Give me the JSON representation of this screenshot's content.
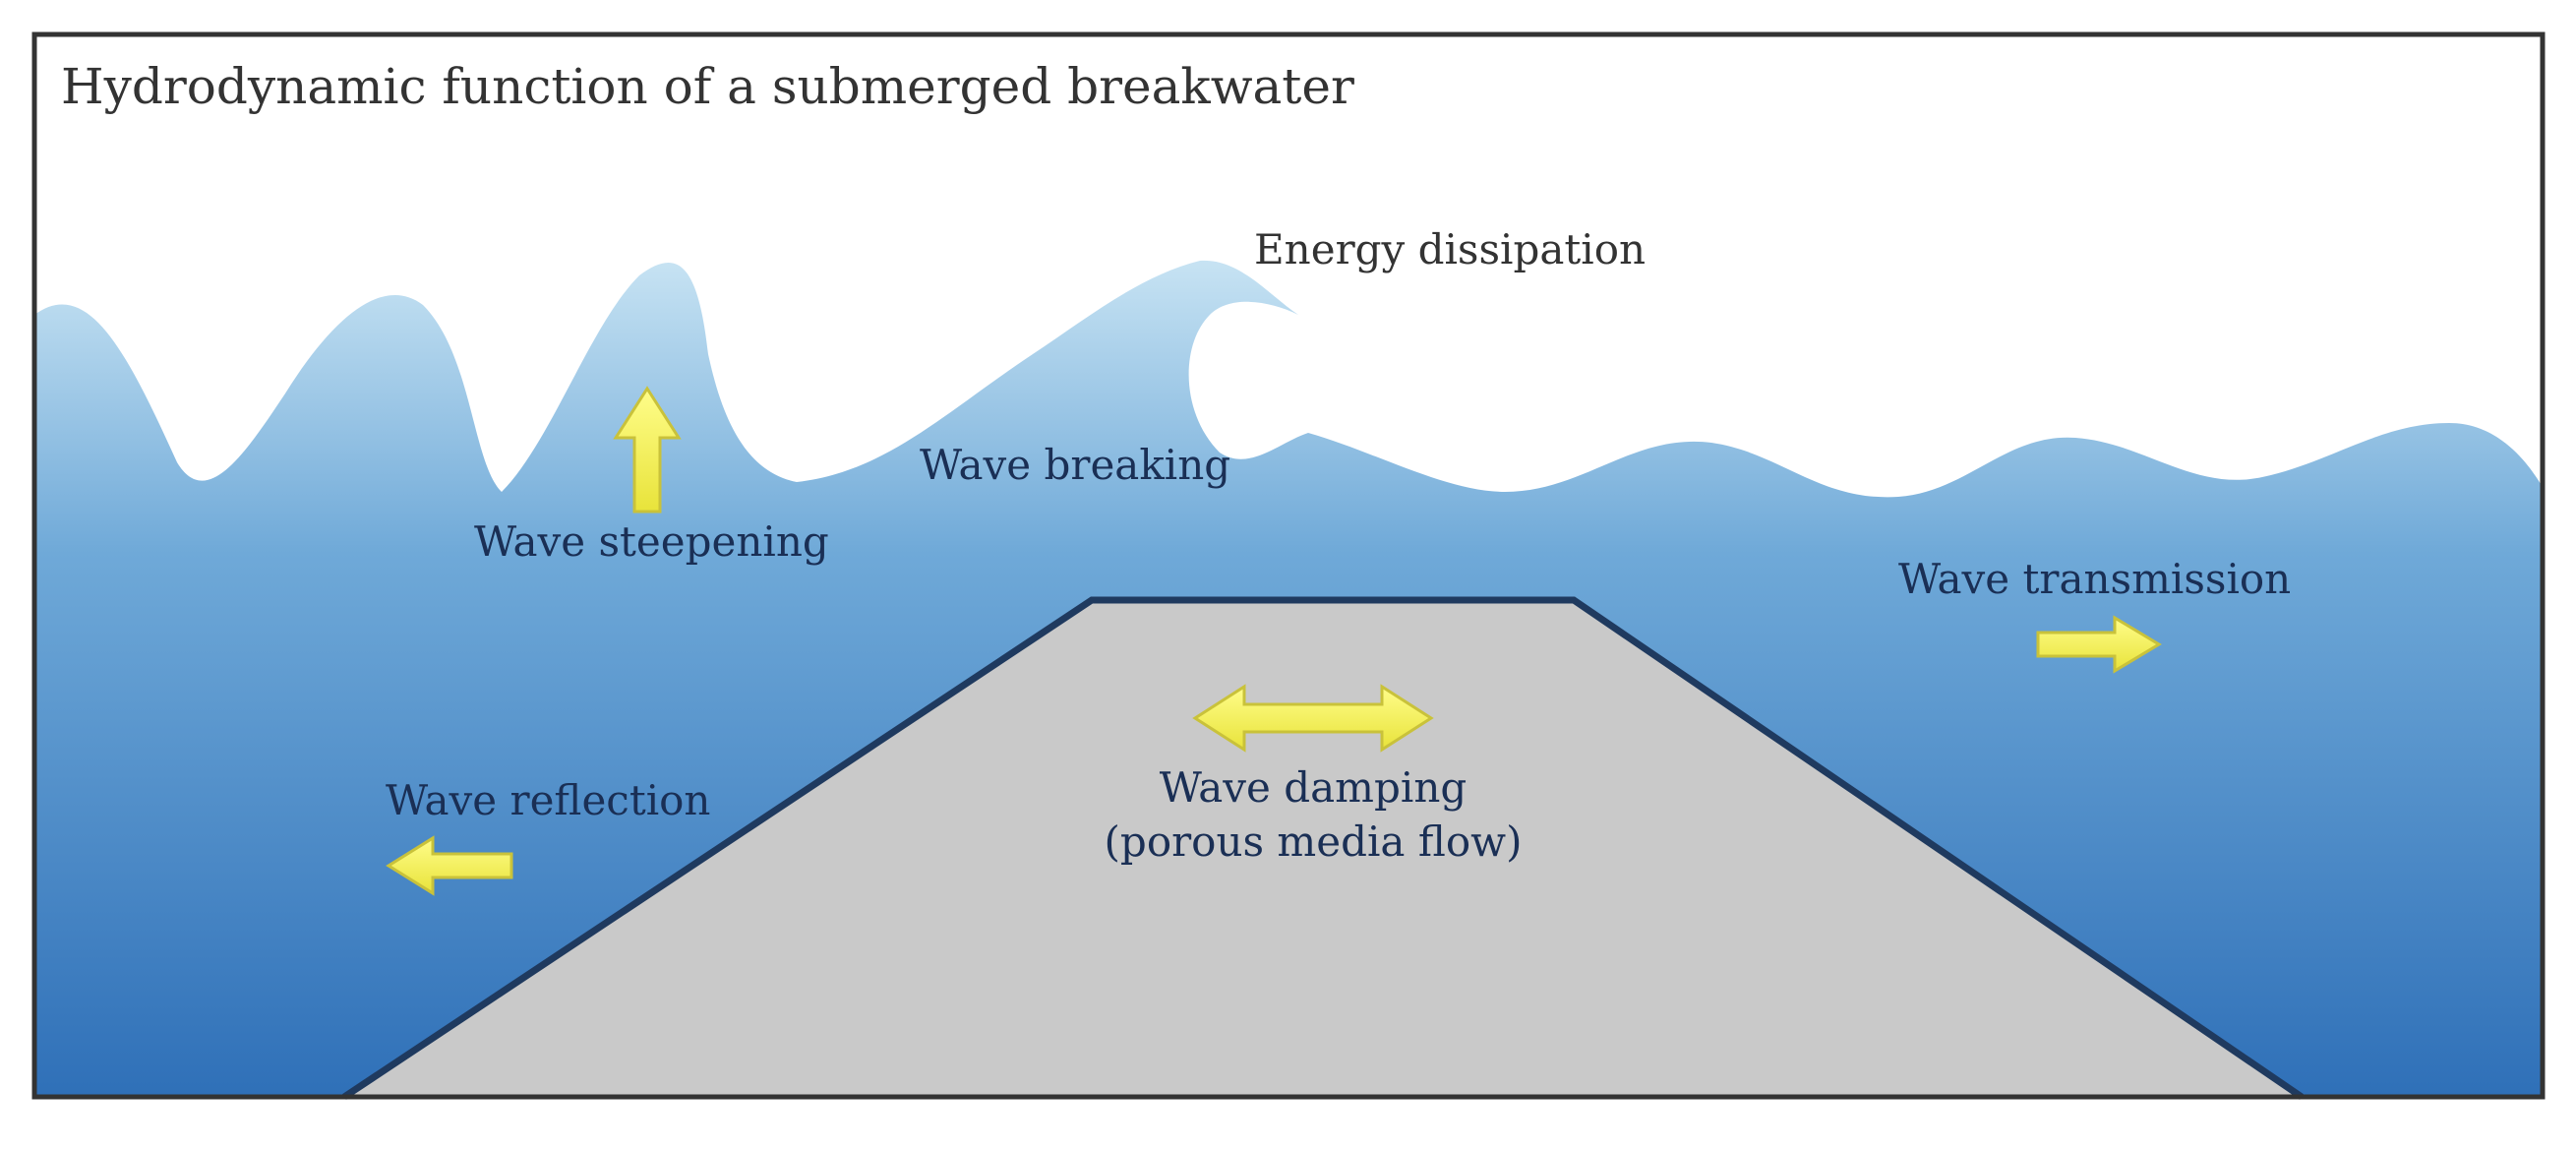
{
  "title": "Hydrodynamic function of a submerged breakwater",
  "labels": {
    "energy_dissipation": "Energy dissipation",
    "wave_breaking": "Wave breaking",
    "wave_steepening": "Wave steepening",
    "wave_transmission": "Wave transmission",
    "wave_reflection": "Wave reflection",
    "wave_damping_line1": "Wave damping",
    "wave_damping_line2": "(porous media flow)"
  },
  "colors": {
    "water_top": "#c7e3f3",
    "water_mid": "#6fa9d8",
    "water_bottom": "#2f70b8",
    "breakwater": "#c9c9c9",
    "breakwater_outline": "#1f3a5f",
    "arrow_fill": "#f4f24a",
    "arrow_stroke": "#c9c23a",
    "frame": "#333333",
    "text_dark": "#1a2f55",
    "text_title": "#333333"
  }
}
